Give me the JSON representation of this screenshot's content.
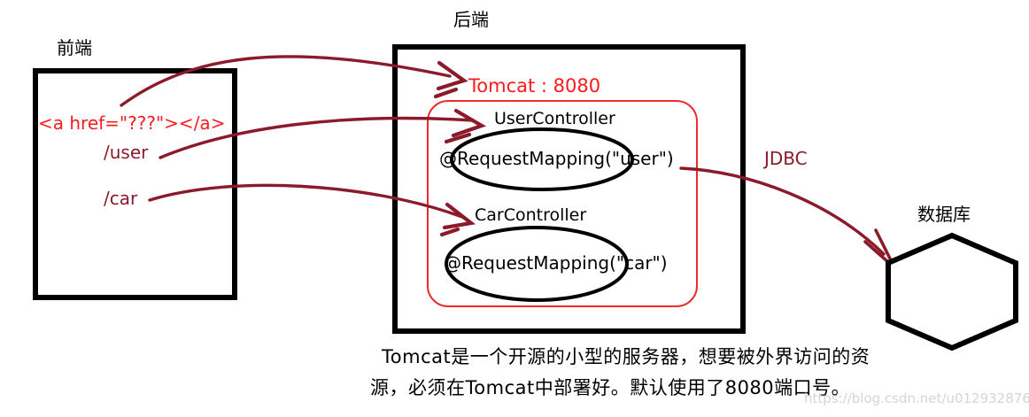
{
  "frontend": {
    "label": "前端",
    "anchor_code": "<a href=\"???\"></a>",
    "routes": [
      "/user",
      "/car"
    ]
  },
  "backend": {
    "label": "后端",
    "server_label": "Tomcat : 8080",
    "controllers": [
      {
        "name": "UserController",
        "mapping": "@RequestMapping(\"user\")"
      },
      {
        "name": "CarController",
        "mapping": "@RequestMapping(\"car\")"
      }
    ]
  },
  "connection": {
    "label": "JDBC"
  },
  "database": {
    "label": "数据库"
  },
  "caption": {
    "line1": "Tomcat是一个开源的小型的服务器，想要被外界访问的资",
    "line2": "源，必须在Tomcat中部署好。默认使用了8080端口号。"
  },
  "watermark": "https://blog.csdn.net/u012932876",
  "colors": {
    "bright_red": "#fb1b1f",
    "dark_red": "#8b1a2b",
    "outline_black": "#000000",
    "controllers_rect_red": "#ee2c2c",
    "watermark_gray": "#d5d5d5"
  }
}
